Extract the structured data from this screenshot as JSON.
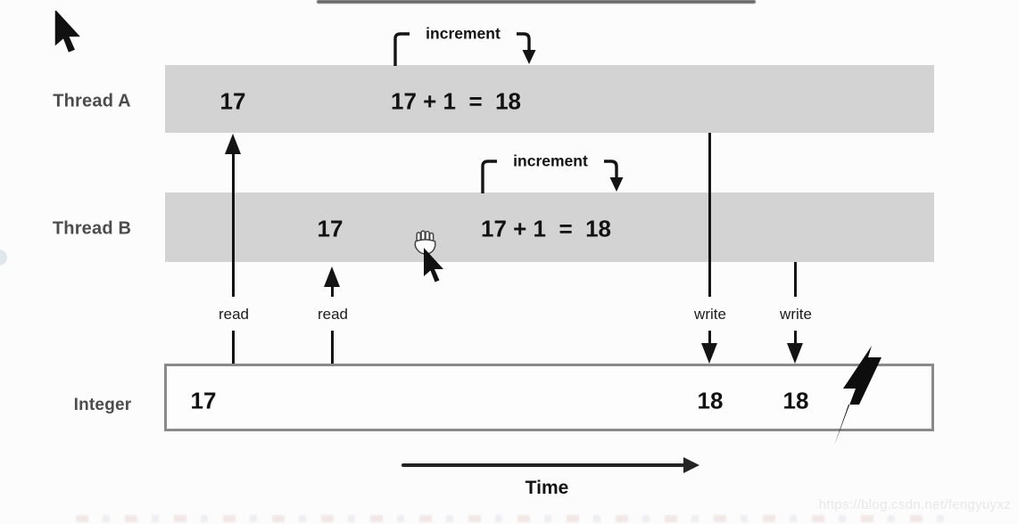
{
  "diagram": {
    "thread_a": {
      "label": "Thread A",
      "read_value": "17",
      "expression": "17 + 1  =  18",
      "increment_label": "increment"
    },
    "thread_b": {
      "label": "Thread B",
      "read_value": "17",
      "expression": "17 + 1  =  18",
      "increment_label": "increment"
    },
    "integer_row": {
      "label": "Integer",
      "initial_value": "17",
      "write_a_value": "18",
      "write_b_value": "18"
    },
    "read_labels": [
      "read",
      "read"
    ],
    "write_labels": [
      "write",
      "write"
    ],
    "time_label": "Time"
  },
  "watermark": "https://blog.csdn.net/fengyuyxz",
  "colors": {
    "bar_fill": "#d3d3d3",
    "row_label_text": "#4c4c4c",
    "ink": "#141414",
    "integer_box_border": "#8a8a8a",
    "background": "#fcfcfc",
    "watermark_text": "#eae7e7"
  }
}
